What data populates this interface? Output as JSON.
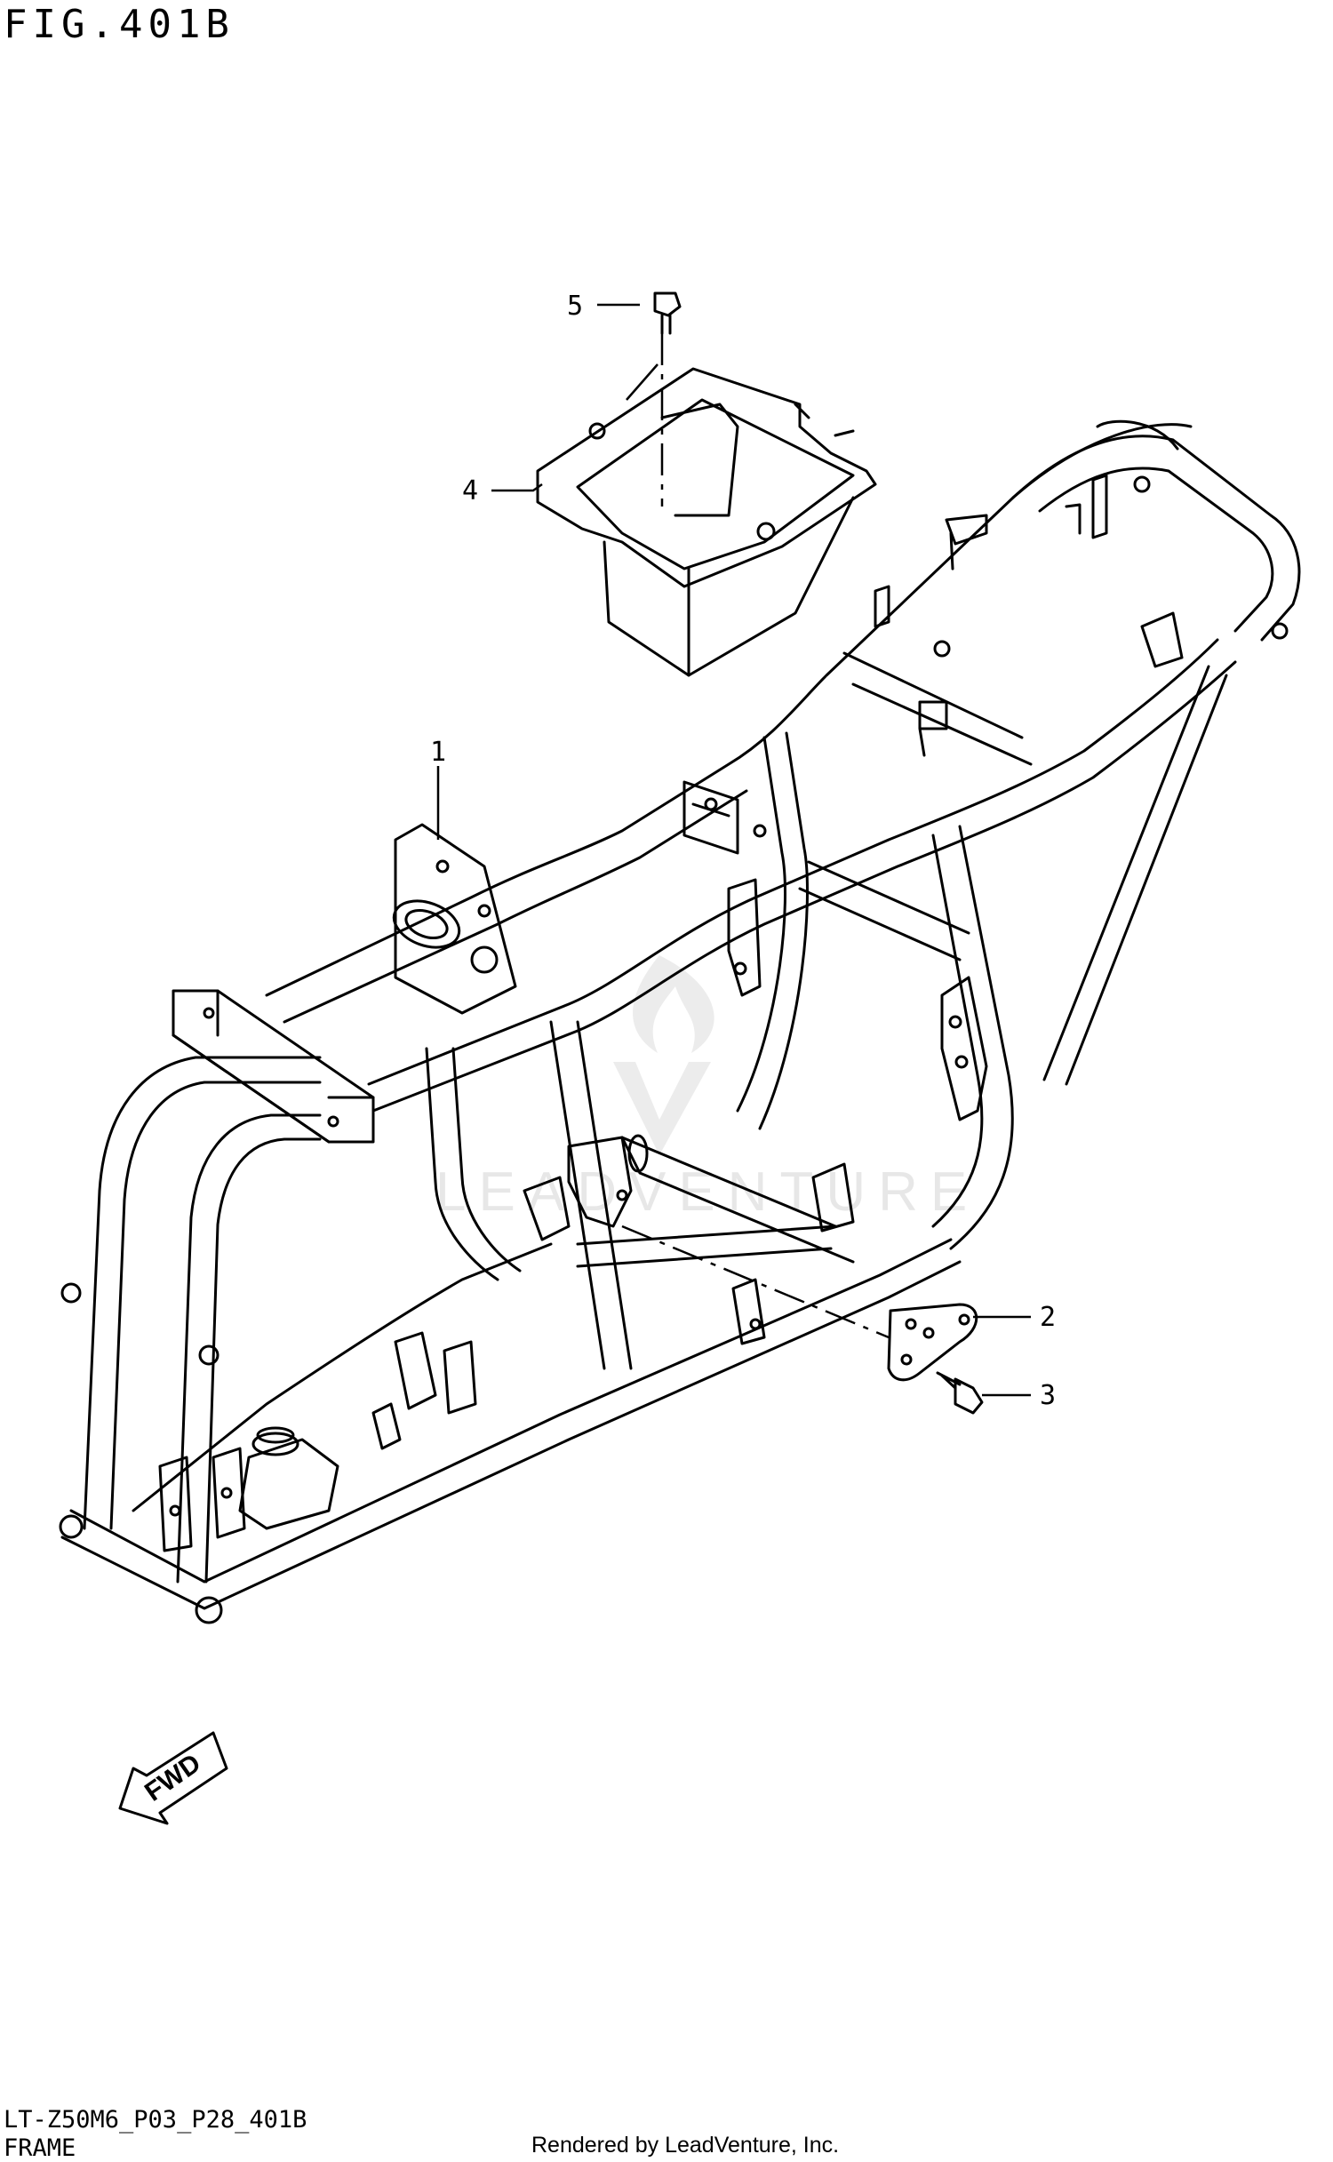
{
  "figure": {
    "title": "FIG.401B",
    "code": "LT-Z50M6_P03_P28_401B",
    "section": "FRAME"
  },
  "callouts": [
    {
      "number": "1",
      "part": "frame"
    },
    {
      "number": "2",
      "part": "plate"
    },
    {
      "number": "3",
      "part": "bolt"
    },
    {
      "number": "4",
      "part": "box"
    },
    {
      "number": "5",
      "part": "bolt"
    }
  ],
  "direction_indicator": {
    "label": "FWD",
    "icon": "forward-arrow-icon"
  },
  "watermark": {
    "text": "LEADVENTURE",
    "icon": "flame-logo-icon"
  },
  "credit": "Rendered by LeadVenture, Inc."
}
